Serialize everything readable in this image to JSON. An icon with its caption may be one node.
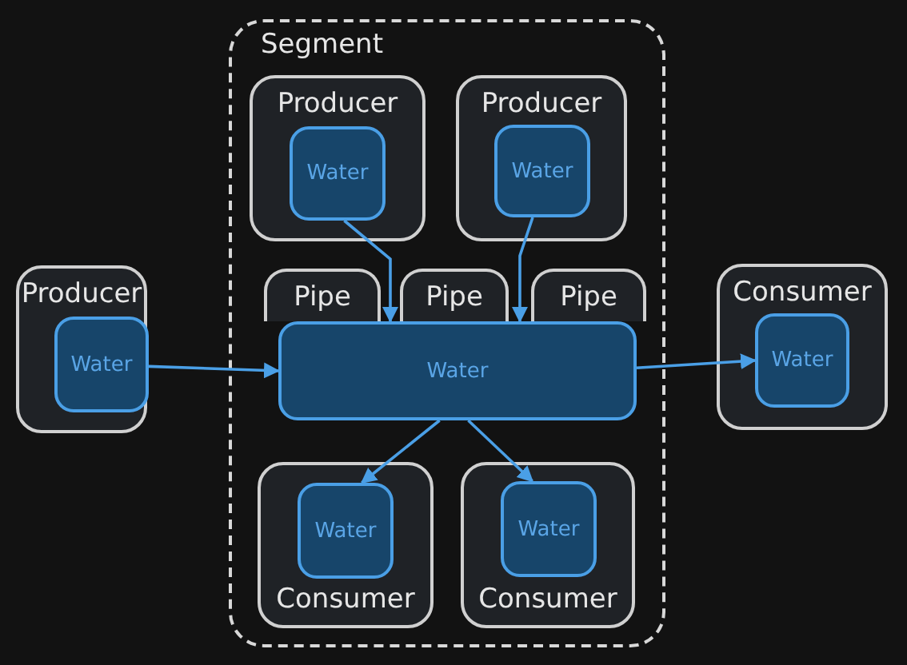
{
  "diagram": {
    "nodes": [
      {
        "text": [
          "Segment"
        ]
      },
      {
        "text": [
          "Producer"
        ],
        "in": 0
      },
      {
        "text": [
          "Water"
        ],
        "in": 1
      },
      {
        "text": [
          "Producer"
        ],
        "in": 0
      },
      {
        "text": [
          "Water"
        ],
        "in": 3
      },
      {
        "text": [
          "Producer"
        ]
      },
      {
        "text": [
          "Water"
        ],
        "in": 5
      },
      {
        "text": [
          "Pipe"
        ],
        "in": 0
      },
      {
        "text": [
          "Pipe"
        ],
        "in": 0
      },
      {
        "text": [
          "Pipe"
        ],
        "in": 0
      },
      {
        "text": [
          "Water"
        ],
        "in": 0
      },
      {
        "text": [
          "Consumer"
        ]
      },
      {
        "text": [
          "Water"
        ],
        "in": 11
      },
      {
        "text": [
          "Consumer"
        ],
        "in": 0
      },
      {
        "text": [
          "Water"
        ],
        "in": 13
      },
      {
        "text": [
          "Consumer"
        ],
        "in": 0
      },
      {
        "text": [
          "Water"
        ],
        "in": 15
      }
    ],
    "edges": [
      {
        "from": 2,
        "to": 10,
        "arrow": "to"
      },
      {
        "from": 4,
        "to": 10,
        "arrow": "to"
      },
      {
        "from": 6,
        "to": 10,
        "arrow": "to"
      },
      {
        "from": 10,
        "to": 12,
        "arrow": "to"
      },
      {
        "from": 10,
        "to": 14,
        "arrow": "to"
      },
      {
        "from": 10,
        "to": 16,
        "arrow": "to"
      }
    ]
  }
}
